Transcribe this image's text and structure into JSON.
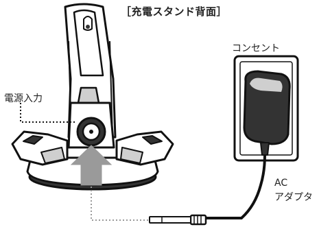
{
  "labels": {
    "title": "［充電スタンド背面］",
    "outlet": "コンセント",
    "power_input": "電源入力",
    "adapter_line1": "AC",
    "adapter_line2": "アダプタ"
  },
  "colors": {
    "outline": "#111111",
    "fill_gray": "#cfcfcf",
    "fill_dark": "#333333",
    "arrow_gray": "#9a9a9a",
    "background": "#ffffff"
  }
}
